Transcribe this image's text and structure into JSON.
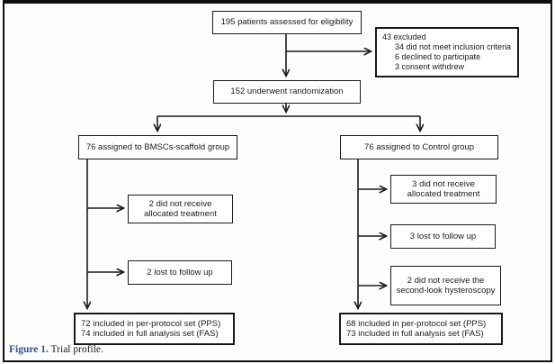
{
  "figure": {
    "caption_label": "Figure 1.",
    "caption_text": "Trial profile."
  },
  "colors": {
    "caption_label_blue": "#2b4fa5",
    "line_black": "#1a1a1a",
    "background": "#fdfdfd"
  },
  "flowchart": {
    "eligibility": {
      "label": "195 patients assessed for eligibility"
    },
    "excluded": {
      "title": "43 excluded",
      "reasons": [
        "34 did not meet inclusion criteria",
        "6 declined to participate",
        "3 consent withdrew"
      ]
    },
    "randomization": {
      "label": "152 underwent randomization"
    },
    "bmsc_group": {
      "label": "76 assigned to BMSCs-scaffold group"
    },
    "control_group": {
      "label": "76 assigned to Control group"
    },
    "bmsc_not_received": {
      "label": "2 did not receive allocated treatment"
    },
    "bmsc_lost": {
      "label": "2 lost to follow up"
    },
    "bmsc_outcome": {
      "line1": "72 included in per-protocol set (PPS)",
      "line2": "74 included in full analysis set (FAS)"
    },
    "control_not_received": {
      "label": "3 did not receive allocated treatment"
    },
    "control_lost": {
      "label": "3 lost to follow up"
    },
    "control_no_hysteroscopy": {
      "label": "2 did not receive the second-look hysteroscopy"
    },
    "control_outcome": {
      "line1": "68 included in per-protocol set (PPS)",
      "line2": "73 included in full analysis set (FAS)"
    }
  }
}
